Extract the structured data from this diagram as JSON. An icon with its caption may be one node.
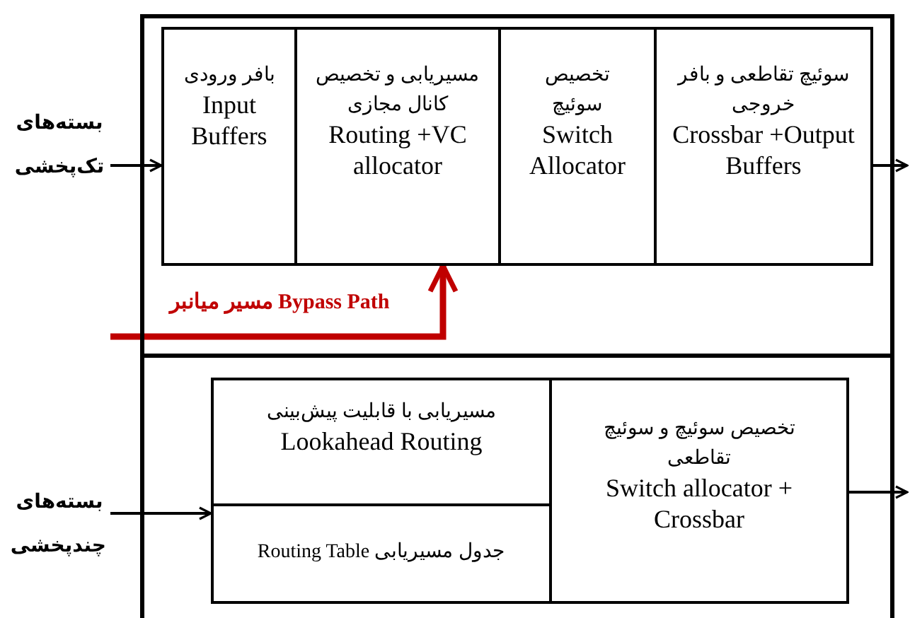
{
  "diagram": {
    "nodes": [
      {
        "text": [],
        "shape": "box"
      },
      {
        "text": [
          "بافر ورودی",
          "Input Buffers"
        ],
        "in": 0
      },
      {
        "text": [
          "مسیریابی و تخصیص کانال مجازی",
          "Routing +VC allocator"
        ],
        "in": 0
      },
      {
        "text": [
          "تخصیص سوئیچ",
          "Switch Allocator"
        ],
        "in": 0
      },
      {
        "text": [
          "سوئیچ تقاطعی و بافر خروجی",
          "Crossbar +Output Buffers"
        ],
        "in": 0
      },
      {
        "text": [],
        "shape": "box"
      },
      {
        "text": [
          "مسیریابی با قابلیت پیش‌بینی",
          "Lookahead Routing"
        ],
        "in": 5
      },
      {
        "text": [
          "جدول مسیریابی Routing Table"
        ],
        "in": 5
      },
      {
        "text": [
          "تخصیص سوئیچ و سوئیچ تقاطعی",
          "Switch allocator + Crossbar"
        ],
        "in": 5
      },
      {
        "text": [
          "بسته‌های تک‌پخشی"
        ]
      },
      {
        "text": [
          "بسته‌های چندپخشی"
        ]
      }
    ],
    "edges": [
      {
        "from": 9,
        "to": 1,
        "arrow": "to"
      },
      {
        "from": 10,
        "to": 7,
        "arrow": "to"
      },
      {
        "from": 4,
        "to": null,
        "arrow": "to"
      },
      {
        "from": 8,
        "to": null,
        "arrow": "to"
      },
      {
        "from": null,
        "to": 2,
        "arrow": "to",
        "label": "Bypass Path مسیر میانبر",
        "style": "thick",
        "color": "#c00000"
      }
    ]
  }
}
